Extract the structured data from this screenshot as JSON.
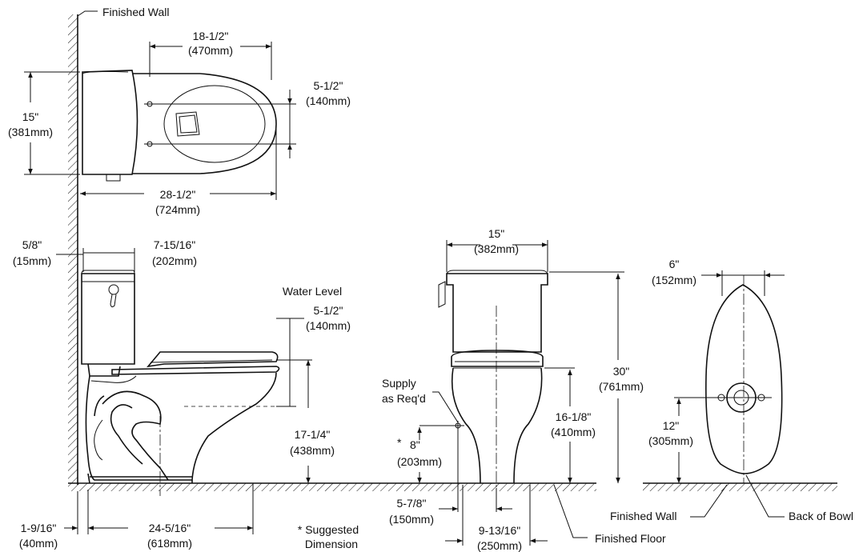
{
  "labels": {
    "finished_wall_top": "Finished Wall",
    "top_len": "18-1/2\"",
    "top_len_mm": "(470mm)",
    "bolt_spacing": "5-1/2\"",
    "bolt_spacing_mm": "(140mm)",
    "tank_depth": "15\"",
    "tank_depth_mm": "(381mm)",
    "total_len": "28-1/2\"",
    "total_len_mm": "(724mm)",
    "wall_gap": "5/8\"",
    "wall_gap_mm": "(15mm)",
    "tank_width": "7-15/16\"",
    "tank_width_mm": "(202mm)",
    "water_level": "Water Level",
    "water_level_dim": "5-1/2\"",
    "water_level_mm": "(140mm)",
    "rim_height": "17-1/4\"",
    "rim_height_mm": "(438mm)",
    "rough_in": "1-9/16\"",
    "rough_in_mm": "(40mm)",
    "base_len": "24-5/16\"",
    "base_len_mm": "(618mm)",
    "suggested": "* Suggested",
    "dimension": "Dimension",
    "front_width": "15\"",
    "front_width_mm": "(382mm)",
    "overall_height": "30\"",
    "overall_height_mm": "(761mm)",
    "supply": "Supply",
    "as_reqd": "as Req'd",
    "supply_height_star": "*",
    "supply_height": "8\"",
    "supply_height_mm": "(203mm)",
    "seat_height": "16-1/8\"",
    "seat_height_mm": "(410mm)",
    "supply_offset": "5-7/8\"",
    "supply_offset_mm": "(150mm)",
    "base_width": "9-13/16\"",
    "base_width_mm": "(250mm)",
    "finished_floor": "Finished Floor",
    "outlet_width": "6\"",
    "outlet_width_mm": "(152mm)",
    "outlet_height": "12\"",
    "outlet_height_mm": "(305mm)",
    "finished_wall_bottom": "Finished Wall",
    "back_of_bowl": "Back of Bowl"
  }
}
